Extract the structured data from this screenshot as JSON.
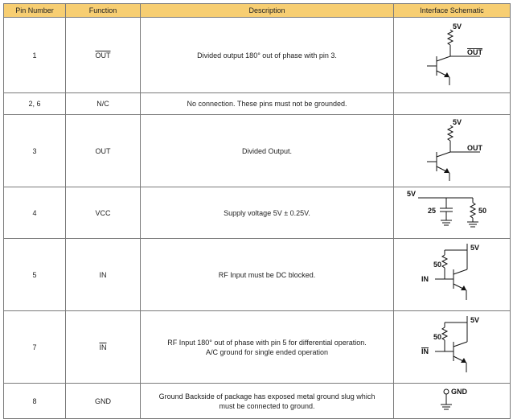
{
  "table": {
    "headers": [
      "Pin Number",
      "Function",
      "Description",
      "Interface Schematic"
    ],
    "rows": [
      {
        "pin": "1",
        "function": "OUT",
        "function_overline": true,
        "desc_line1": "Divided output 180° out of phase with pin 3.",
        "desc_line2": "",
        "schematic": "transistor-out-inverted-schematic",
        "labels": {
          "supply": "5V",
          "out": "OUT"
        }
      },
      {
        "pin": "2, 6",
        "function": "N/C",
        "function_overline": false,
        "desc_line1": "No connection. These pins must not be grounded.",
        "desc_line2": "",
        "schematic": "",
        "labels": {}
      },
      {
        "pin": "3",
        "function": "OUT",
        "function_overline": false,
        "desc_line1": "Divided Output.",
        "desc_line2": "",
        "schematic": "transistor-out-schematic",
        "labels": {
          "supply": "5V",
          "out": "OUT"
        }
      },
      {
        "pin": "4",
        "function": "VCC",
        "function_overline": false,
        "desc_line1": "Supply voltage 5V ± 0.25V.",
        "desc_line2": "",
        "schematic": "vcc-decoupling-schematic",
        "labels": {
          "supply": "5V",
          "cap": "25",
          "res": "50"
        }
      },
      {
        "pin": "5",
        "function": "IN",
        "function_overline": false,
        "desc_line1": "RF Input must be DC blocked.",
        "desc_line2": "",
        "schematic": "transistor-in-schematic",
        "labels": {
          "supply": "5V",
          "res": "50",
          "in": "IN"
        }
      },
      {
        "pin": "7",
        "function": "IN",
        "function_overline": true,
        "desc_line1": "RF Input 180° out of phase with pin 5 for differential operation.",
        "desc_line2": "A/C ground for single ended operation",
        "schematic": "transistor-in-inverted-schematic",
        "labels": {
          "supply": "5V",
          "res": "50",
          "in": "IN"
        }
      },
      {
        "pin": "8",
        "function": "GND",
        "function_overline": false,
        "desc_line1": "Ground Backside of package has exposed metal ground slug which",
        "desc_line2": "must be connected to ground.",
        "schematic": "ground-schematic",
        "labels": {
          "gnd": "GND"
        }
      }
    ]
  }
}
